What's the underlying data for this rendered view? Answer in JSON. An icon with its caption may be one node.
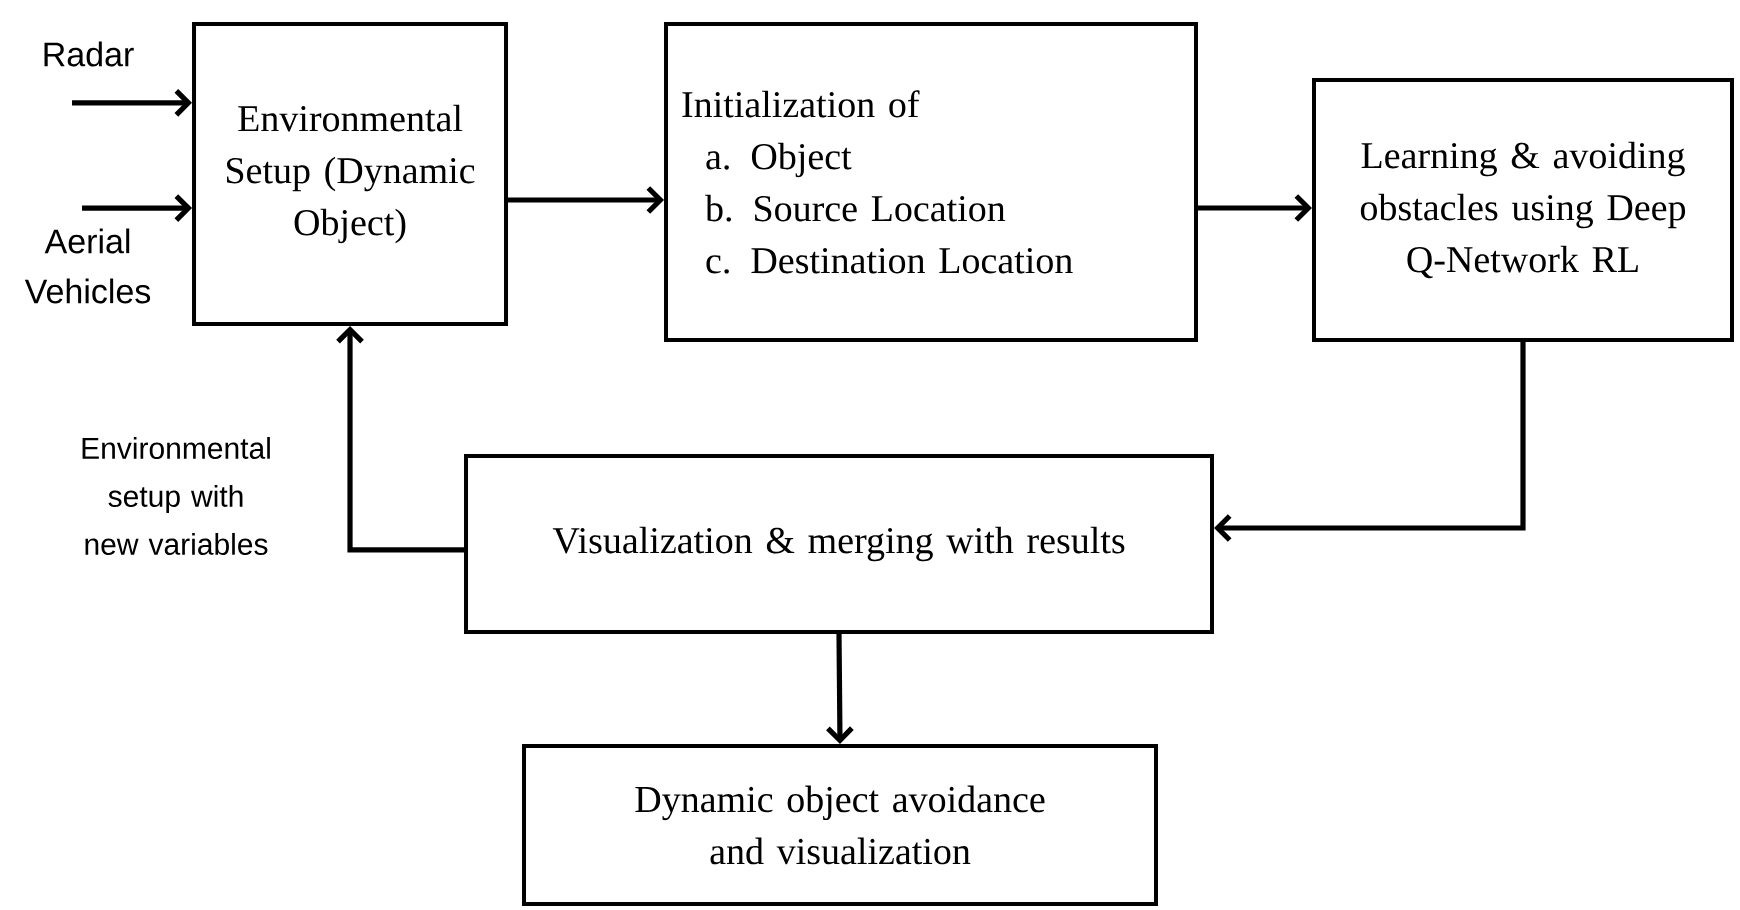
{
  "diagram": {
    "nodes": [
      {
        "text": [
          "Radar"
        ]
      },
      {
        "text": [
          "Aerial Vehicles"
        ]
      },
      {
        "text": [
          "Environmental Setup (Dynamic Object)"
        ]
      },
      {
        "text": [
          "Initialization of",
          "a. Object",
          "b. Source Location",
          "c. Destination Location"
        ]
      },
      {
        "text": [
          "Learning & avoiding obstacles using Deep Q-Network RL"
        ]
      },
      {
        "text": [
          "Visualization & merging with results"
        ]
      },
      {
        "text": [
          "Dynamic object avoidance and visualization"
        ]
      }
    ],
    "edges": [
      {
        "from": 0,
        "to": 2,
        "arrow": "to"
      },
      {
        "from": 1,
        "to": 2,
        "arrow": "to"
      },
      {
        "from": 2,
        "to": 3,
        "arrow": "to"
      },
      {
        "from": 3,
        "to": 4,
        "arrow": "to"
      },
      {
        "from": 4,
        "to": 5,
        "arrow": "to"
      },
      {
        "from": 5,
        "to": 2,
        "arrow": "to",
        "label": "Environmental setup with new variables"
      },
      {
        "from": 5,
        "to": 6,
        "arrow": "to"
      }
    ]
  }
}
